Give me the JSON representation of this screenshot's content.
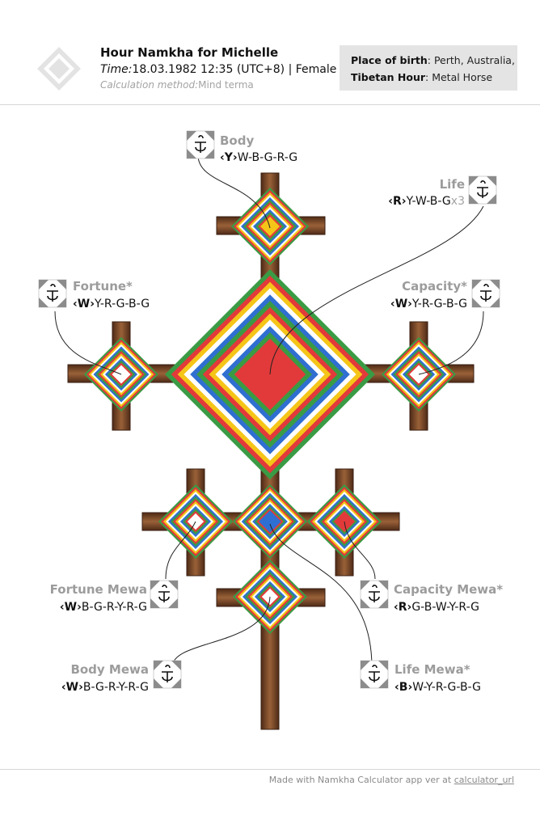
{
  "header": {
    "title": "Hour Namkha for Michelle",
    "time_label": "Time:",
    "time_value": "18.03.1982 12:35 (UTC+8) | Female",
    "method_label": "Calculation method:",
    "method_value": "Mind terma"
  },
  "birth_box": {
    "place_label": "Place of birth",
    "place_value": ": Perth, Australia,",
    "hour_label": "Tibetan Hour",
    "hour_value": ": Metal Horse"
  },
  "footer": {
    "text": "Made with Namkha Calculator app ver at ",
    "link": "calculator_url"
  },
  "colors": {
    "yellow": "#f5c518",
    "white": "#ffffff",
    "blue": "#2f6fd1",
    "green": "#3a9b45",
    "red": "#e23a3a",
    "wood": "#7b4a2a",
    "label_gray": "#9c9c9c"
  },
  "labels": {
    "body": {
      "name": "Body",
      "prefix": "‹Y›",
      "code": "W-B-G-R-G",
      "suffix": ""
    },
    "life": {
      "name": "Life",
      "prefix": "‹R›",
      "code": "Y-W-B-G",
      "suffix": "x3"
    },
    "fortune": {
      "name": "Fortune*",
      "prefix": "‹W›",
      "code": "Y-R-G-B-G",
      "suffix": ""
    },
    "capacity": {
      "name": "Capacity*",
      "prefix": "‹W›",
      "code": "Y-R-G-B-G",
      "suffix": ""
    },
    "fortune_mewa": {
      "name": "Fortune Mewa",
      "prefix": "‹W›",
      "code": "B-G-R-Y-R-G",
      "suffix": ""
    },
    "capacity_mewa": {
      "name": "Capacity Mewa*",
      "prefix": "‹R›",
      "code": "G-B-W-Y-R-G",
      "suffix": ""
    },
    "body_mewa": {
      "name": "Body Mewa",
      "prefix": "‹W›",
      "code": "B-G-R-Y-R-G",
      "suffix": ""
    },
    "life_mewa": {
      "name": "Life Mewa*",
      "prefix": "‹B›",
      "code": "W-Y-R-G-B-G",
      "suffix": ""
    }
  }
}
